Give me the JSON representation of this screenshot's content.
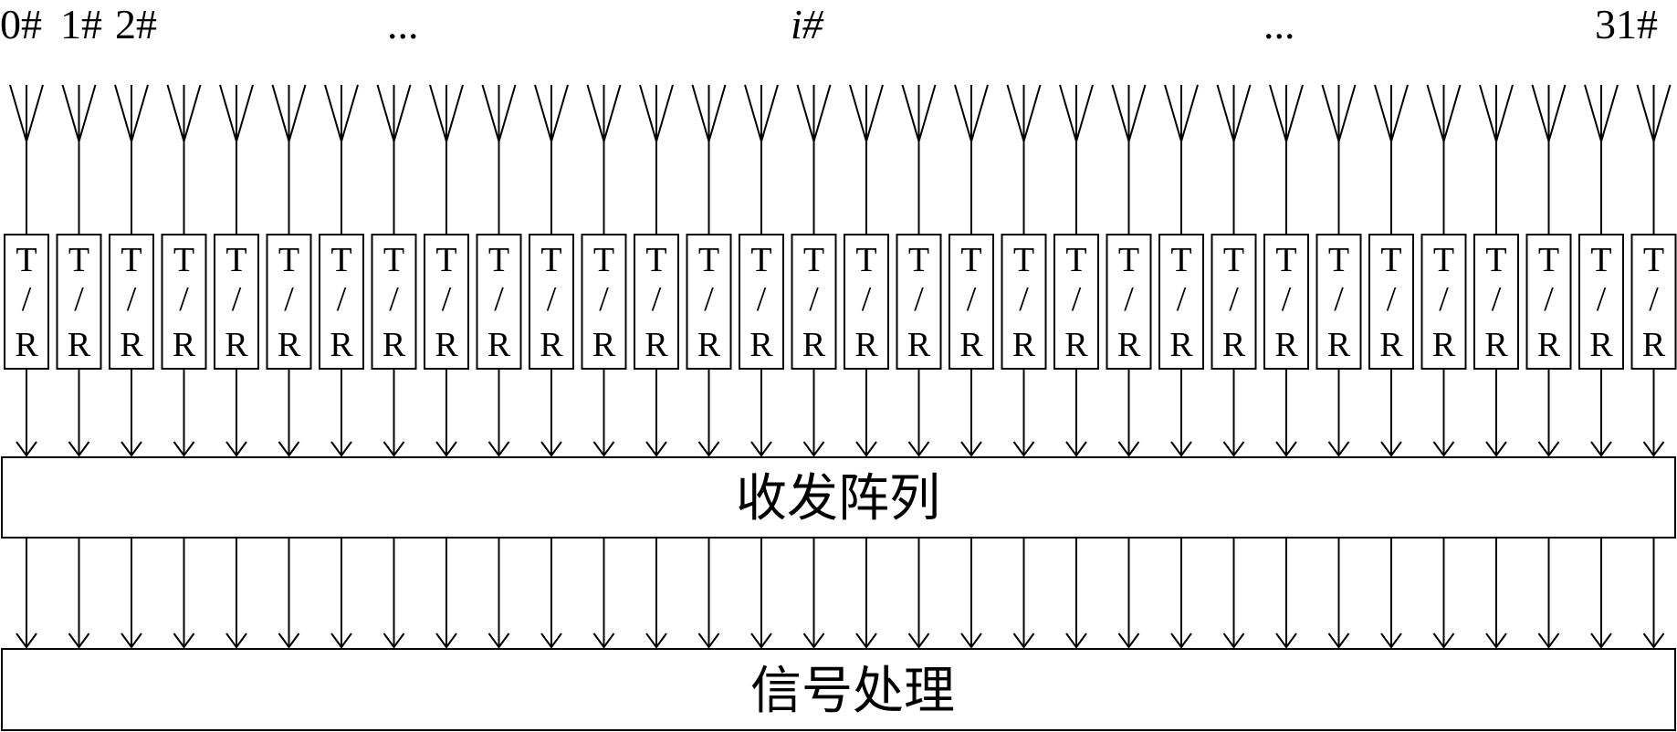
{
  "labels": {
    "first": "0#",
    "second": "1#",
    "third": "2#",
    "ellipsis_left": "...",
    "middle": "i#",
    "ellipsis_right": "...",
    "last": "31#"
  },
  "module_letters": [
    "T",
    "/",
    "R"
  ],
  "channel_count": 32,
  "array_box_label": "收发阵列",
  "signal_box_label": "信号处理"
}
